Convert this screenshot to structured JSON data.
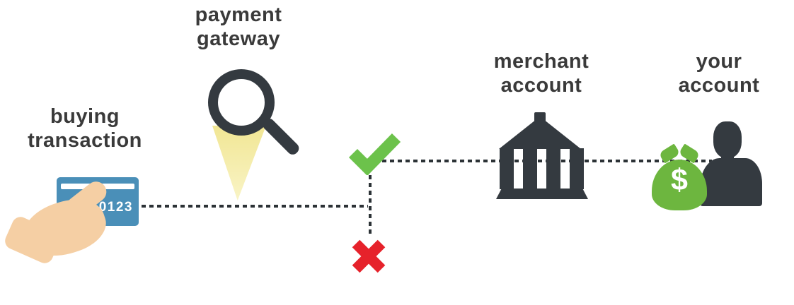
{
  "labels": {
    "buying_transaction": [
      "buying",
      "transaction"
    ],
    "payment_gateway": [
      "payment",
      "gateway"
    ],
    "merchant_account": [
      "merchant",
      "account"
    ],
    "your_account": [
      "your",
      "account"
    ]
  },
  "card": {
    "number": "0123"
  },
  "money_bag": {
    "symbol": "$"
  },
  "icons": [
    "hand-holding-card-icon",
    "magnifier-icon",
    "light-beam-icon",
    "check-icon",
    "cross-icon",
    "bank-icon",
    "money-bag-icon",
    "person-icon"
  ],
  "colors": {
    "text": "#3a3a3a",
    "icon_dark": "#343a40",
    "card_blue": "#4a8fb8",
    "hand_skin": "#f5cfa4",
    "beam_yellow": "#f1e694",
    "check_green": "#6cc24b",
    "bag_green": "#6db63f",
    "cross_red": "#e6222b",
    "dash": "#2c3236"
  }
}
